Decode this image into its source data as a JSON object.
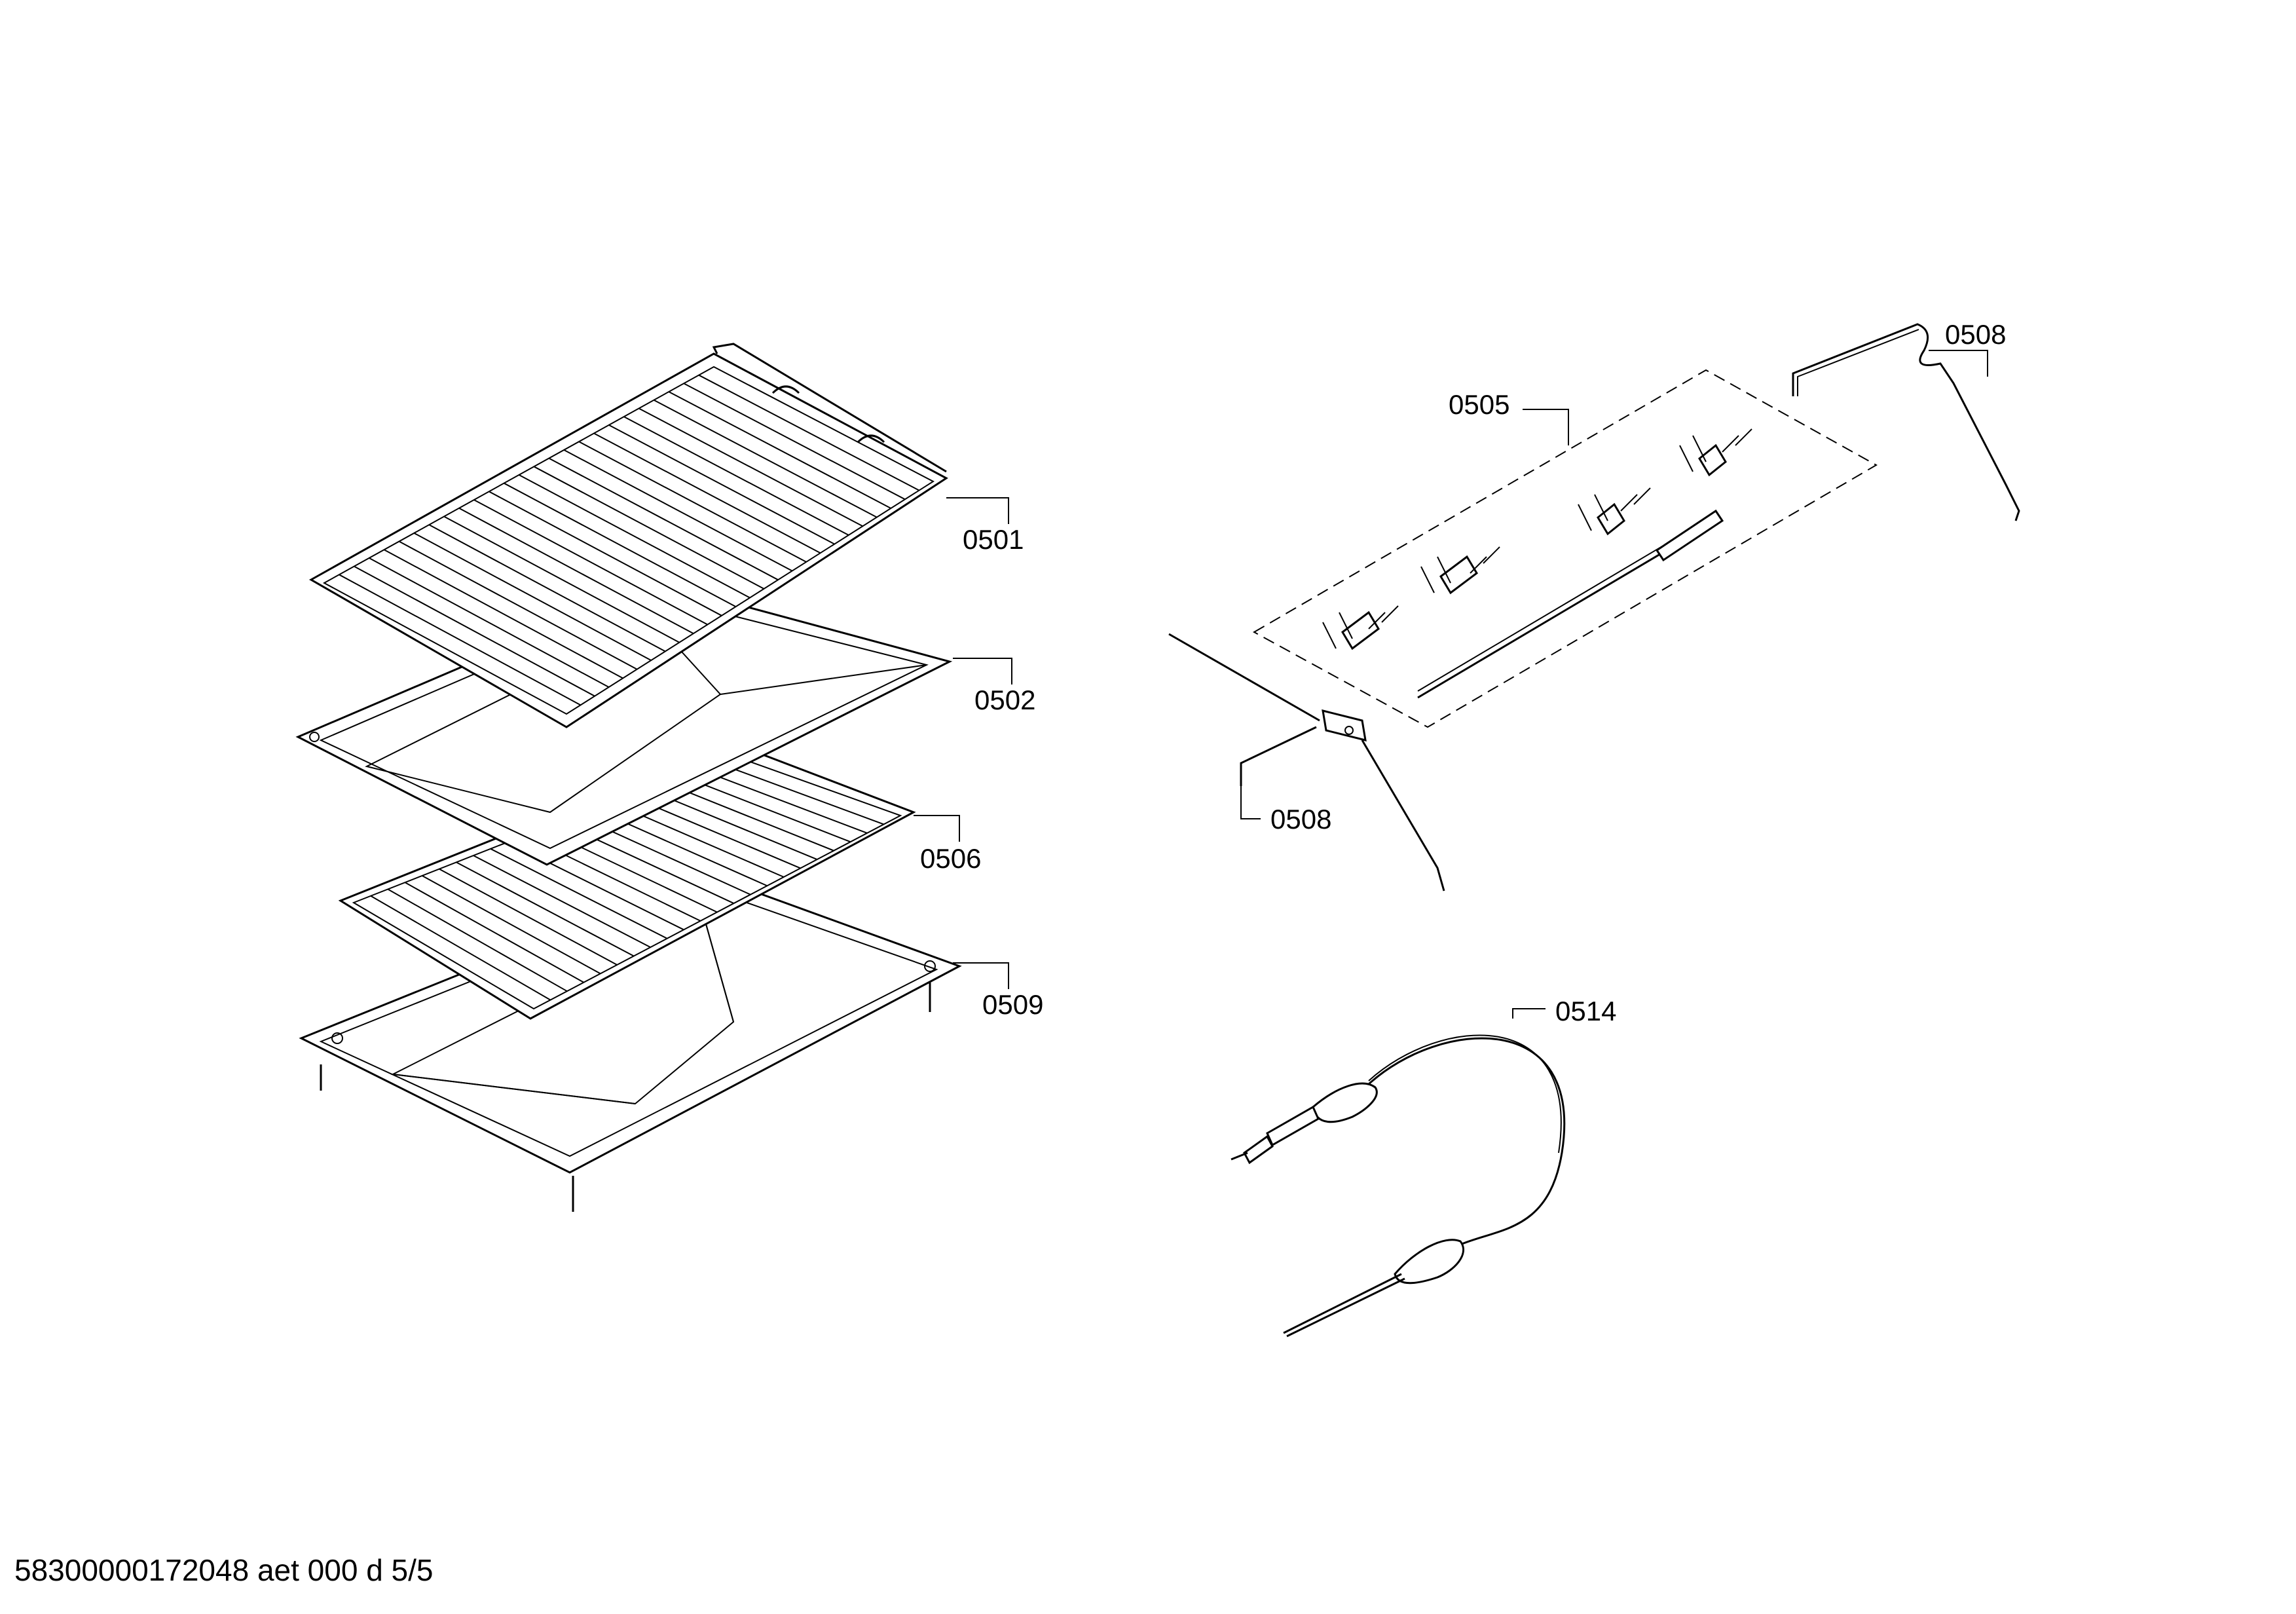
{
  "labels": {
    "p0501": "0501",
    "p0502": "0502",
    "p0506": "0506",
    "p0509": "0509",
    "p0505": "0505",
    "p0508_top": "0508",
    "p0508_bottom": "0508",
    "p0514": "0514"
  },
  "footer": "58300000172048 aet 000 d 5/5"
}
